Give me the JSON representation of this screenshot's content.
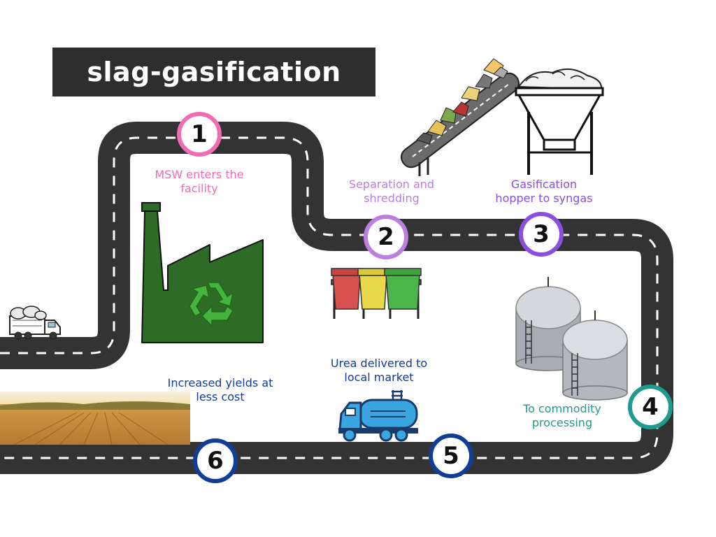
{
  "title": "slag-gasification",
  "colors": {
    "road": "#333333",
    "step1": "#f06cb3",
    "step2": "#bb7fe0",
    "step3": "#8b4fe0",
    "step4": "#1f9a8f",
    "step5": "#123d96",
    "step6": "#123d96",
    "factory": "#2e6b26",
    "recycle": "#46b33d"
  },
  "steps": [
    {
      "number": "1",
      "label_line1": "MSW enters the",
      "label_line2": "facility"
    },
    {
      "number": "2",
      "label_line1": "Separation and",
      "label_line2": "shredding"
    },
    {
      "number": "3",
      "label_line1": "Gasification",
      "label_line2": "hopper to syngas"
    },
    {
      "number": "4",
      "label_line1": "To commodity",
      "label_line2": "processing"
    },
    {
      "number": "5",
      "label_line1": "Urea delivered to",
      "label_line2": "local market"
    },
    {
      "number": "6",
      "label_line1": "Increased yields at",
      "label_line2": "less cost"
    }
  ],
  "icons": [
    "garbage-truck-icon",
    "factory-icon",
    "recycle-icon",
    "sorting-bins-icon",
    "conveyor-belt-icon",
    "hopper-icon",
    "storage-tanks-icon",
    "tanker-truck-icon",
    "wheat-field-icon"
  ]
}
